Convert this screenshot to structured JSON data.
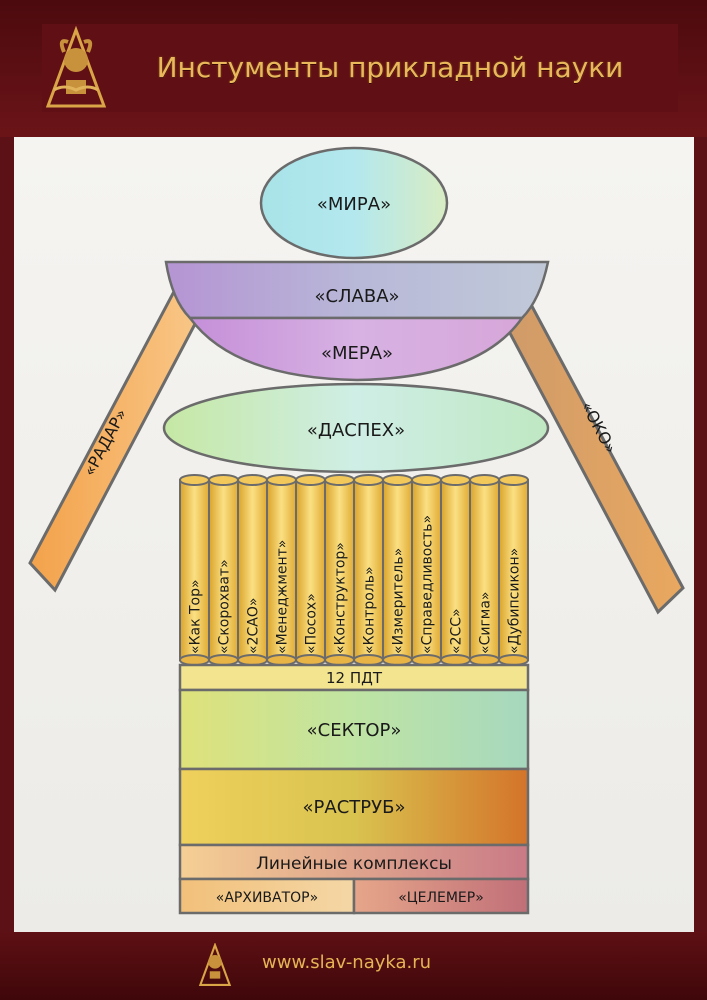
{
  "header": {
    "title": "Инстументы прикладной науки"
  },
  "footer": {
    "url": "www.slav-nayka.ru"
  },
  "diagram": {
    "mira": "«МИРА»",
    "slava": "«СЛАВА»",
    "mera": "«МЕРА»",
    "daspeh": "«ДАСПЕХ»",
    "radar": "«РАДАР»",
    "oko": "«ОКО»",
    "pillars": [
      "«Как Тор»",
      "«Скорохват»",
      "«2САО»",
      "«Менеджмент»",
      "«Посох»",
      "«Конструктор»",
      "«Контроль»",
      "«Измеритель»",
      "«Справедливость»",
      "«2СС»",
      "«Сигма»",
      "«Дубипсикон»"
    ],
    "pdt": "12 ПДТ",
    "sektor": "«СЕКТОР»",
    "rastrub": "«РАСТРУБ»",
    "lineinye": "Линейные комплексы",
    "arhivator": "«АРХИВАТОР»",
    "celemer": "«ЦЕЛЕМЕР»"
  },
  "colors": {
    "header_bg": "#5b1115",
    "gold": "#e6b455",
    "canvas_bg": "#f5f4f1"
  }
}
